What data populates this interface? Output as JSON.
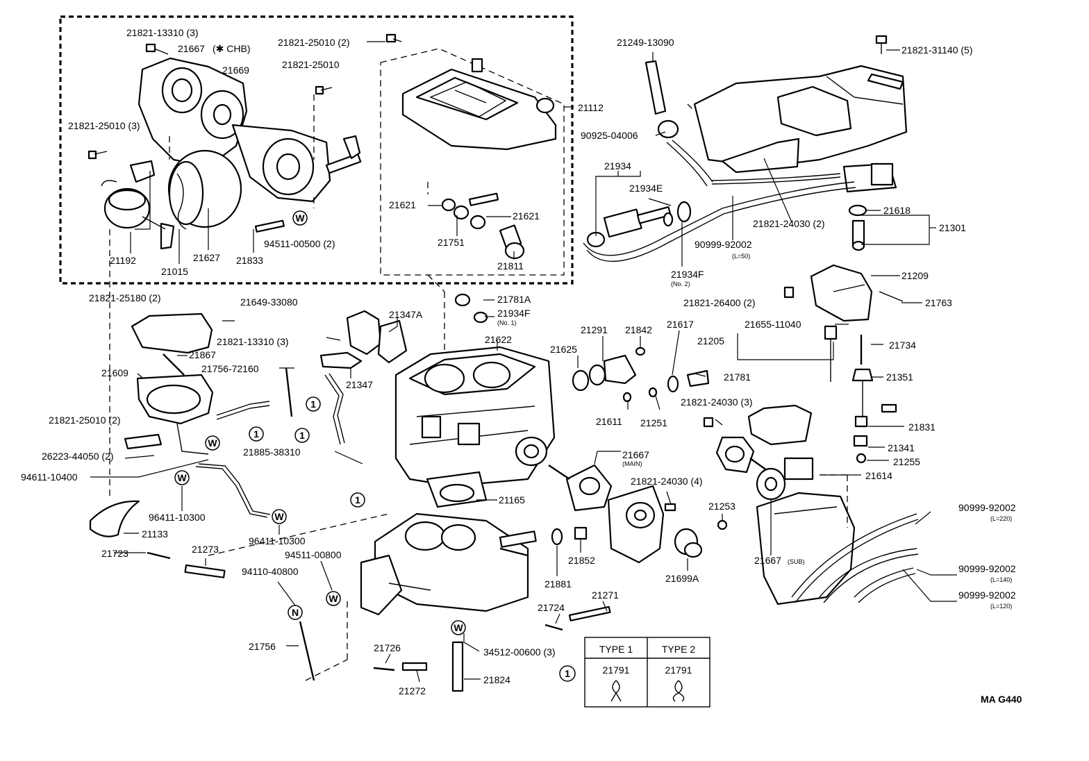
{
  "labels": {
    "l01": "21821-13310 (3)",
    "l02": "21667",
    "l03": "21669",
    "l04": "21821-25010 (2)",
    "l05": "21821-25010",
    "l06": "21821-25010 (3)",
    "l07": "21112",
    "l08": "94511-00500 (2)",
    "l09": "21192",
    "l10": "21015",
    "l11": "21627",
    "l12": "21833",
    "l13": "21621",
    "l14": "21621",
    "l15": "21751",
    "l16": "21811",
    "l17": "21249-13090",
    "l18": "21821-31140 (5)",
    "l19": "90925-04006",
    "l20": "21934",
    "l21": "21934E",
    "l22": "21821-24030 (2)",
    "l23": "21618",
    "l24": "21301",
    "l25": "90999-92002",
    "l26": "21934F",
    "l27": "21209",
    "l28": "21763",
    "l29": "21821-26400 (2)",
    "l30": "21821-25180 (2)",
    "l31": "21649-33080",
    "l32": "21781A",
    "l33": "21934F",
    "l34": "21347A",
    "l35": "21821-13310 (3)",
    "l36": "21867",
    "l37": "21622",
    "l38": "21347",
    "l39": "21756-72160",
    "l40": "21609",
    "l41": "21625",
    "l42": "21291",
    "l43": "21842",
    "l44": "21617",
    "l45": "21655-11040",
    "l46": "21205",
    "l47": "21734",
    "l48": "21781",
    "l49": "21351",
    "l50": "21821-25010 (2)",
    "l51": "21611",
    "l52": "21251",
    "l53": "21821-24030 (3)",
    "l54": "21831",
    "l55": "26223-44050 (2)",
    "l56": "21885-38310",
    "l57": "21341",
    "l58": "21255",
    "l59": "94611-10400",
    "l60": "21667",
    "l61": "21614",
    "l62": "21821-24030 (4)",
    "l63": "21165",
    "l64": "21253",
    "l65": "90999-92002",
    "l66": "96411-10300",
    "l67": "21133",
    "l68": "96411-10300",
    "l69": "21723",
    "l70": "21273",
    "l71": "94511-00800",
    "l72": "94110-40800",
    "l73": "21881",
    "l74": "21852",
    "l75": "21699A",
    "l76": "21667",
    "l77": "90999-92002",
    "l78": "90999-92002",
    "l79": "21271",
    "l80": "21724",
    "l81": "21756",
    "l82": "21726",
    "l83": "34512-00600 (3)",
    "l84": "21824",
    "l85": "21272"
  },
  "notes": {
    "chb": "(✱ CHB)",
    "l50": "(L=50)",
    "no2": "(No. 2)",
    "no1": "(No. 1)",
    "main": "(MAIN)",
    "sub": "(SUB)",
    "l220": "(L=220)",
    "l140": "(L=140)",
    "l120": "(L=120)"
  },
  "markers": {
    "callout": "1",
    "washer": "W",
    "nut": "N"
  },
  "type_table": {
    "headers": [
      "TYPE 1",
      "TYPE 2"
    ],
    "values": [
      "21791",
      "21791"
    ],
    "callout": "1"
  },
  "diagram_code": "MA G440",
  "icons": [
    "carburetor-body",
    "diaphragm-assembly",
    "float-chamber",
    "vacuum-switch",
    "solenoid-valve",
    "hose",
    "spring",
    "bolt",
    "washer",
    "gasket"
  ]
}
